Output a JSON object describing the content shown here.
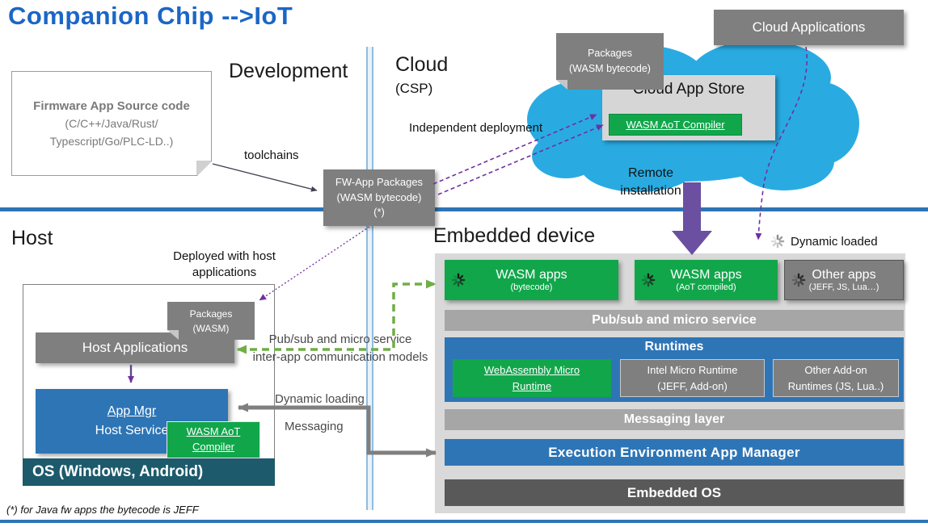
{
  "title": "Companion Chip -->IoT",
  "section_labels": {
    "development": "Development",
    "cloud": "Cloud",
    "csp": "(CSP)",
    "host": "Host",
    "embedded_device": "Embedded device"
  },
  "annotations": {
    "toolchains": "toolchains",
    "independent_deployment": "Independent deployment",
    "remote_installation": "Remote installation",
    "deployed_with_host": "Deployed with host applications",
    "dynamic_loaded": "Dynamic loaded",
    "pubsub_models_line1": "Pub/sub and micro service",
    "pubsub_models_line2": "inter-app communication models",
    "dynamic_loading": "Dynamic loading",
    "messaging": "Messaging",
    "footnote": "(*) for Java fw apps the bytecode is JEFF"
  },
  "cloud_area": {
    "cloud_applications": "Cloud Applications",
    "cloud_app_store": "Cloud App Store",
    "wasm_aot_compiler": "WASM AoT Compiler",
    "packages_line1": "Packages",
    "packages_line2": "(WASM bytecode)"
  },
  "dev_area": {
    "firmware_title": "Firmware App Source code",
    "firmware_line2": "(C/C++/Java/Rust/",
    "firmware_line3": "Typescript/Go/PLC-LD..)",
    "fw_pkg_line1": "FW-App Packages",
    "fw_pkg_line2": "(WASM bytecode)",
    "fw_pkg_line3": "(*)"
  },
  "host_area": {
    "packages_line1": "Packages",
    "packages_line2": "(WASM)",
    "host_applications": "Host Applications",
    "app_mgr_line1": "App Mgr",
    "app_mgr_line2": "Host Service",
    "compiler_line1": "WASM AoT",
    "compiler_line2": "Compiler",
    "os_bar": "OS (Windows, Android)"
  },
  "embedded": {
    "apps": [
      {
        "title": "WASM apps",
        "subtitle": "(bytecode)"
      },
      {
        "title": "WASM apps",
        "subtitle": "(AoT compiled)"
      },
      {
        "title": "Other apps",
        "subtitle": "(JEFF, JS, Lua…)"
      }
    ],
    "pubsub_bar": "Pub/sub and micro service",
    "runtimes_title": "Runtimes",
    "runtimes": [
      {
        "line1": "WebAssembly Micro",
        "line2": "Runtime"
      },
      {
        "line1": "Intel Micro Runtime",
        "line2": "(JEFF, Add-on)"
      },
      {
        "line1": "Other Add-on",
        "line2": "Runtimes (JS, Lua..)"
      }
    ],
    "messaging_layer": "Messaging layer",
    "execution_env": "Execution Environment App Manager",
    "embedded_os": "Embedded OS"
  },
  "colors": {
    "title_blue": "#1b66c6",
    "divider_blue": "#2e75b6",
    "cloud_cyan": "#29abe2",
    "green": "#12a64b",
    "box_blue": "#2e75b6",
    "gray_box": "#7f7f7f",
    "panel_gray": "#d9d9d9",
    "bar_gray": "#a6a6a6",
    "embedded_os_gray": "#595959",
    "os_teal": "#1d5a6b",
    "arrow_purple": "#7030a0",
    "remote_arrow_purple": "#6b4fa1",
    "arrow_green": "#70ad47",
    "arrow_gray": "#7f7f7f"
  }
}
